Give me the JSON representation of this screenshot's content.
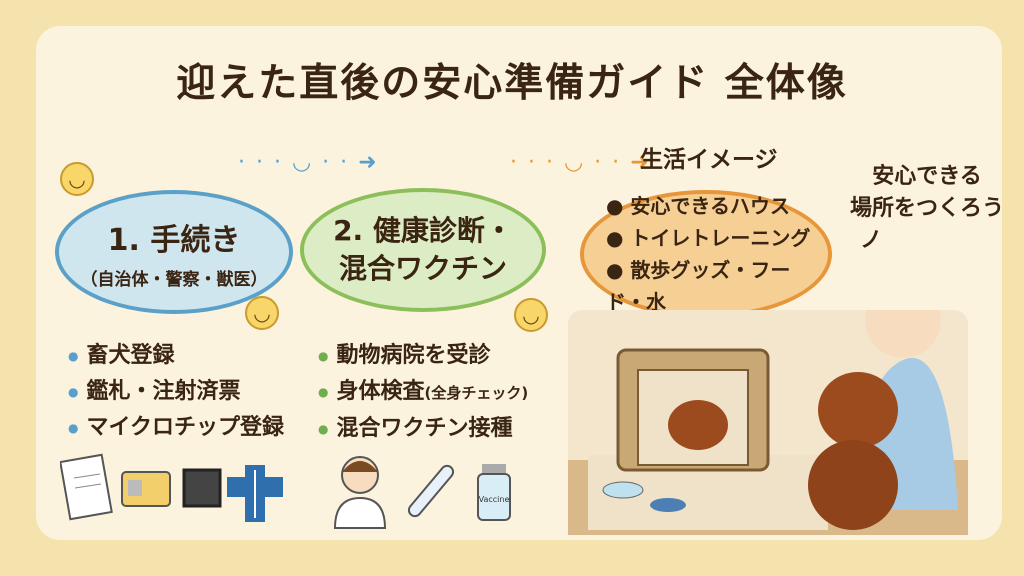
{
  "title": "迎えた直後の安心準備ガイド 全体像",
  "step1": {
    "heading": "1. 手続き",
    "sub": "（自治体・警察・獣医）",
    "items": [
      "畜犬登録",
      "鑑札・注射済票",
      "マイクロチップ登録"
    ],
    "icons": [
      "document-icon",
      "id-tag-icon",
      "microchip-icon",
      "veterinary-icon"
    ]
  },
  "step2": {
    "heading_line1": "2. 健康診断・",
    "heading_line2": "混合ワクチン",
    "items": [
      "動物病院を受診",
      "身体検査",
      "混合ワクチン接種"
    ],
    "item2_note": "(全身チェック)",
    "vaccine_label": "Vaccine",
    "icons": [
      "doctor-icon",
      "thermometer-icon",
      "vaccine-vial-icon"
    ]
  },
  "step3": {
    "label": "生活イメージ",
    "items": [
      "安心できるハウス",
      "トイレトレーニング",
      "散歩グッズ・フード・水"
    ]
  },
  "speech": {
    "line1": "安心できる",
    "line2": "場所をつくろう",
    "mark": "ノ"
  },
  "colors": {
    "blue": "#5aa0c8",
    "green": "#8cbf5a",
    "orange": "#e8963a",
    "text": "#3a2412"
  }
}
